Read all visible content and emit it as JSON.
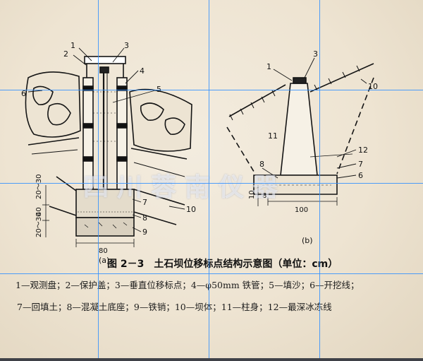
{
  "figure": {
    "caption_title": "图 2－3　土石坝位移标点结构示意图（单位：cm）",
    "watermark": "四川蓉南仪器",
    "panel_a_label": "(a)",
    "panel_b_label": "(b)",
    "dims_a": {
      "d1": "20～30",
      "d2": "40",
      "d3": "20～30",
      "d4": "80"
    },
    "dims_b": {
      "d1": "100",
      "d2": "10",
      "d3": "8"
    },
    "callouts_a": [
      "1",
      "2",
      "3",
      "4",
      "5",
      "6",
      "7",
      "8",
      "9",
      "10"
    ],
    "callouts_b": [
      "1",
      "3",
      "10",
      "11",
      "12",
      "7",
      "6",
      "8"
    ]
  },
  "legend": {
    "line1": "1—观测盘；2—保护盖；3—垂直位移标点；4—φ50mm 铁管；5—填沙；6—开挖线；",
    "line2": "7—回填土；8—混凝土底座；9—铁销；10—坝体；11—柱身；12—最深冰冻线"
  },
  "colors": {
    "guide": "#2f8fff",
    "paper": "#efe6d5",
    "ink": "#151515",
    "border": "#3f4147"
  }
}
